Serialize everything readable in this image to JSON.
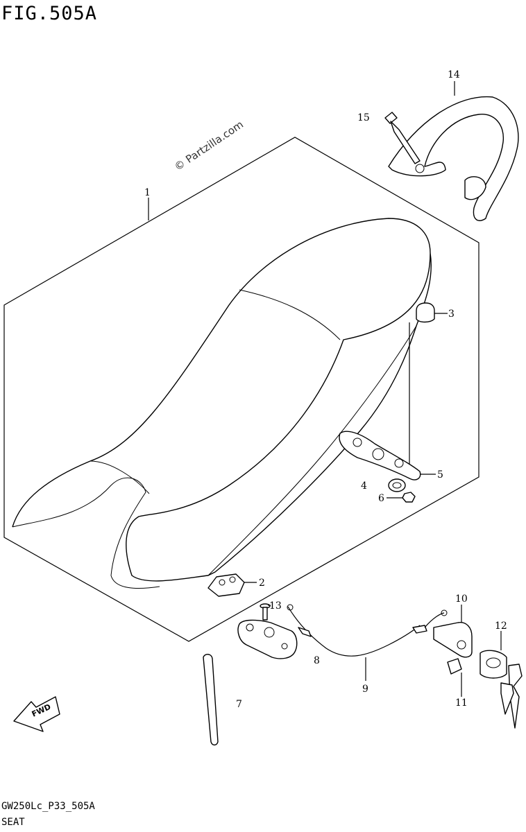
{
  "figure": {
    "title": "FIG.505A",
    "code": "GW250Lc_P33_505A",
    "caption": "SEAT",
    "watermark": "© Partzilla.com",
    "fwd_label": "FWD"
  },
  "callouts": [
    {
      "id": "1",
      "label": "1"
    },
    {
      "id": "2",
      "label": "2"
    },
    {
      "id": "3",
      "label": "3"
    },
    {
      "id": "4",
      "label": "4"
    },
    {
      "id": "5",
      "label": "5"
    },
    {
      "id": "6",
      "label": "6"
    },
    {
      "id": "7",
      "label": "7"
    },
    {
      "id": "8",
      "label": "8"
    },
    {
      "id": "9",
      "label": "9"
    },
    {
      "id": "10",
      "label": "10"
    },
    {
      "id": "11",
      "label": "11"
    },
    {
      "id": "12",
      "label": "12"
    },
    {
      "id": "13",
      "label": "13"
    },
    {
      "id": "14",
      "label": "14"
    },
    {
      "id": "15",
      "label": "15"
    }
  ]
}
